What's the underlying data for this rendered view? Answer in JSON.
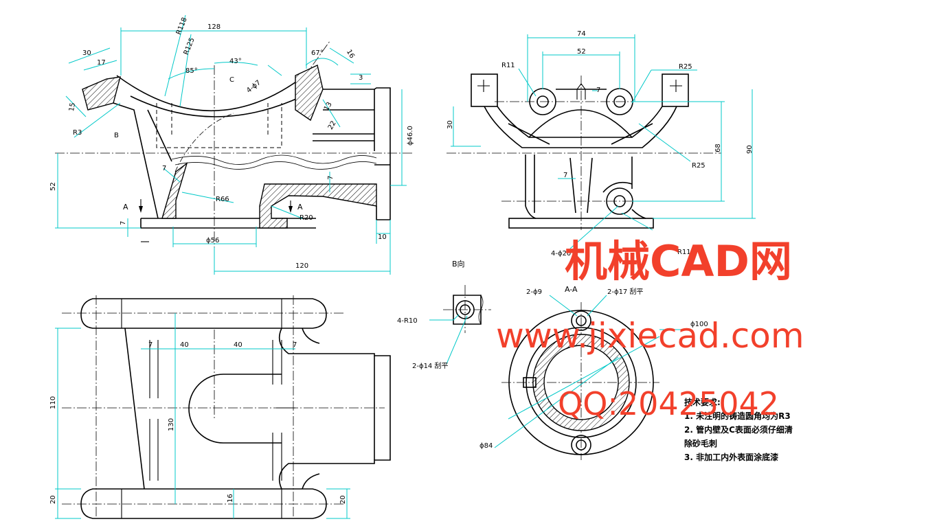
{
  "front_view": {
    "dims": {
      "r118": "R118",
      "d128": "128",
      "r125": "R125",
      "d30": "30",
      "d17": "17",
      "a85": "85°",
      "a43": "43°",
      "label_c": "C",
      "holes_4_7": "4-ϕ7",
      "a67": "67°",
      "d16": "16",
      "d3": "3",
      "d15": "15",
      "d13": "13",
      "d22": "22",
      "r3": "R3",
      "label_b": "B",
      "phi46": "ϕ46.0",
      "d52": "52",
      "d7_left": "7",
      "d7_mid": "7",
      "r66": "R66",
      "d7_right": "7",
      "label_a_left": "A",
      "label_a_right": "A",
      "r20": "R20",
      "phi56": "ϕ56",
      "d10": "10",
      "d120": "120"
    }
  },
  "side_view": {
    "dims": {
      "d74": "74",
      "d52": "52",
      "r11": "R11",
      "r25_top": "R25",
      "d7_top": "7",
      "d30": "30",
      "d68": "68",
      "d90": "90",
      "r25_right": "R25",
      "d7_mid": "7",
      "holes_4_20": "4-ϕ20",
      "r11_bottom": "R11"
    }
  },
  "top_view": {
    "dims": {
      "d7_a": "7",
      "d40_a": "40",
      "d40_b": "40",
      "d7_b": "7",
      "d110": "110",
      "d130": "130",
      "d20_left": "20",
      "d16": "16",
      "d20_right": "20"
    }
  },
  "view_b": {
    "title": "B向",
    "r10": "4-R10",
    "holes_14": "2-ϕ14 刮平"
  },
  "section_aa": {
    "title": "A-A",
    "holes_9": "2-ϕ9",
    "holes_17": "2-ϕ17 刮平",
    "phi100": "ϕ100",
    "phi84": "ϕ84"
  },
  "tech_requirements": {
    "heading": "技术要求:",
    "items": [
      "1. 未注明的铸造圆角均为R3",
      "2. 管内壁及C表面必须仔细清",
      "除砂毛刺",
      "3. 非加工内外表面涂底漆"
    ]
  },
  "watermark": {
    "line1": "机械CAD网",
    "line2": "www.jixiecad.com",
    "line3": "QQ:20425042",
    "color": "#f2402b"
  },
  "colors": {
    "dimension": "#00c8c8",
    "outline": "#000000",
    "background": "#ffffff"
  }
}
